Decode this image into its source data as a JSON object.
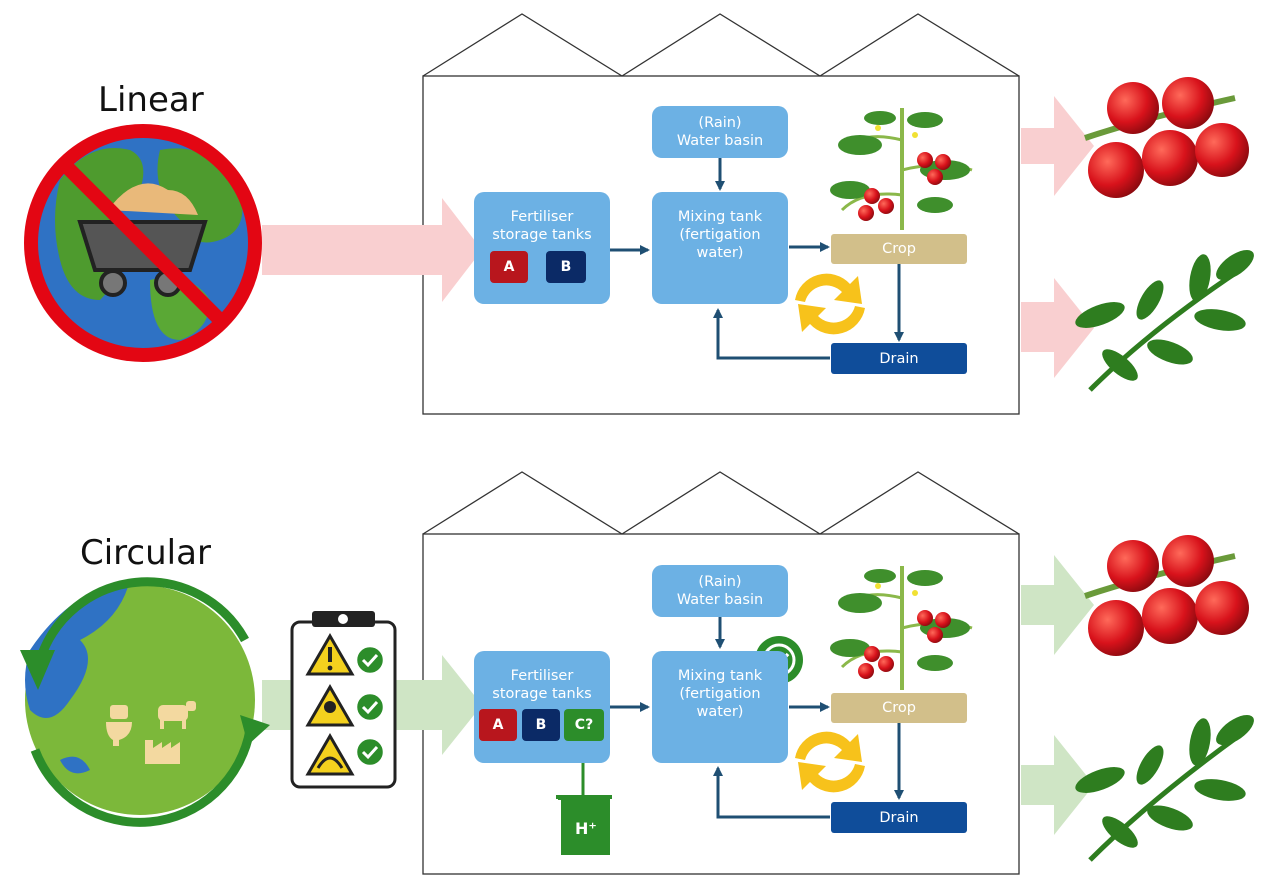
{
  "panels": [
    {
      "id": "linear",
      "heading": "Linear",
      "water_basin": "(Rain)\nWater basin",
      "fertiliser": "Fertiliser\nstorage tanks",
      "mixing_tank": "Mixing tank\n(fertigation\nwater)",
      "crop": "Crop",
      "drain": "Drain",
      "tanks": [
        "A",
        "B"
      ]
    },
    {
      "id": "circular",
      "heading": "Circular",
      "water_basin": "(Rain)\nWater basin",
      "fertiliser": "Fertiliser\nstorage tanks",
      "mixing_tank": "Mixing tank\n(fertigation\nwater)",
      "crop": "Crop",
      "drain": "Drain",
      "tanks": [
        "A",
        "B",
        "C?"
      ],
      "acid_label": "H⁺"
    }
  ],
  "colors": {
    "node_light": "#6cb1e4",
    "crop": "#d2bf8a",
    "drain": "#0f4d9a",
    "arrow": "#1f4f73",
    "linear_flow": "#f9cfd0",
    "circular_flow": "#cfe5c5",
    "recycle": "#f7c21b",
    "acid": "#2c8d2a"
  },
  "icons": [
    "earth-icon",
    "no-sign-icon",
    "mine-cart-icon",
    "tomato-icon",
    "tomato-leaf-icon",
    "recycle-icon",
    "checklist-icon",
    "warning-icon",
    "check-icon",
    "beaker-icon",
    "circular-arrow-icon",
    "toilet-icon",
    "cow-icon",
    "factory-icon"
  ]
}
